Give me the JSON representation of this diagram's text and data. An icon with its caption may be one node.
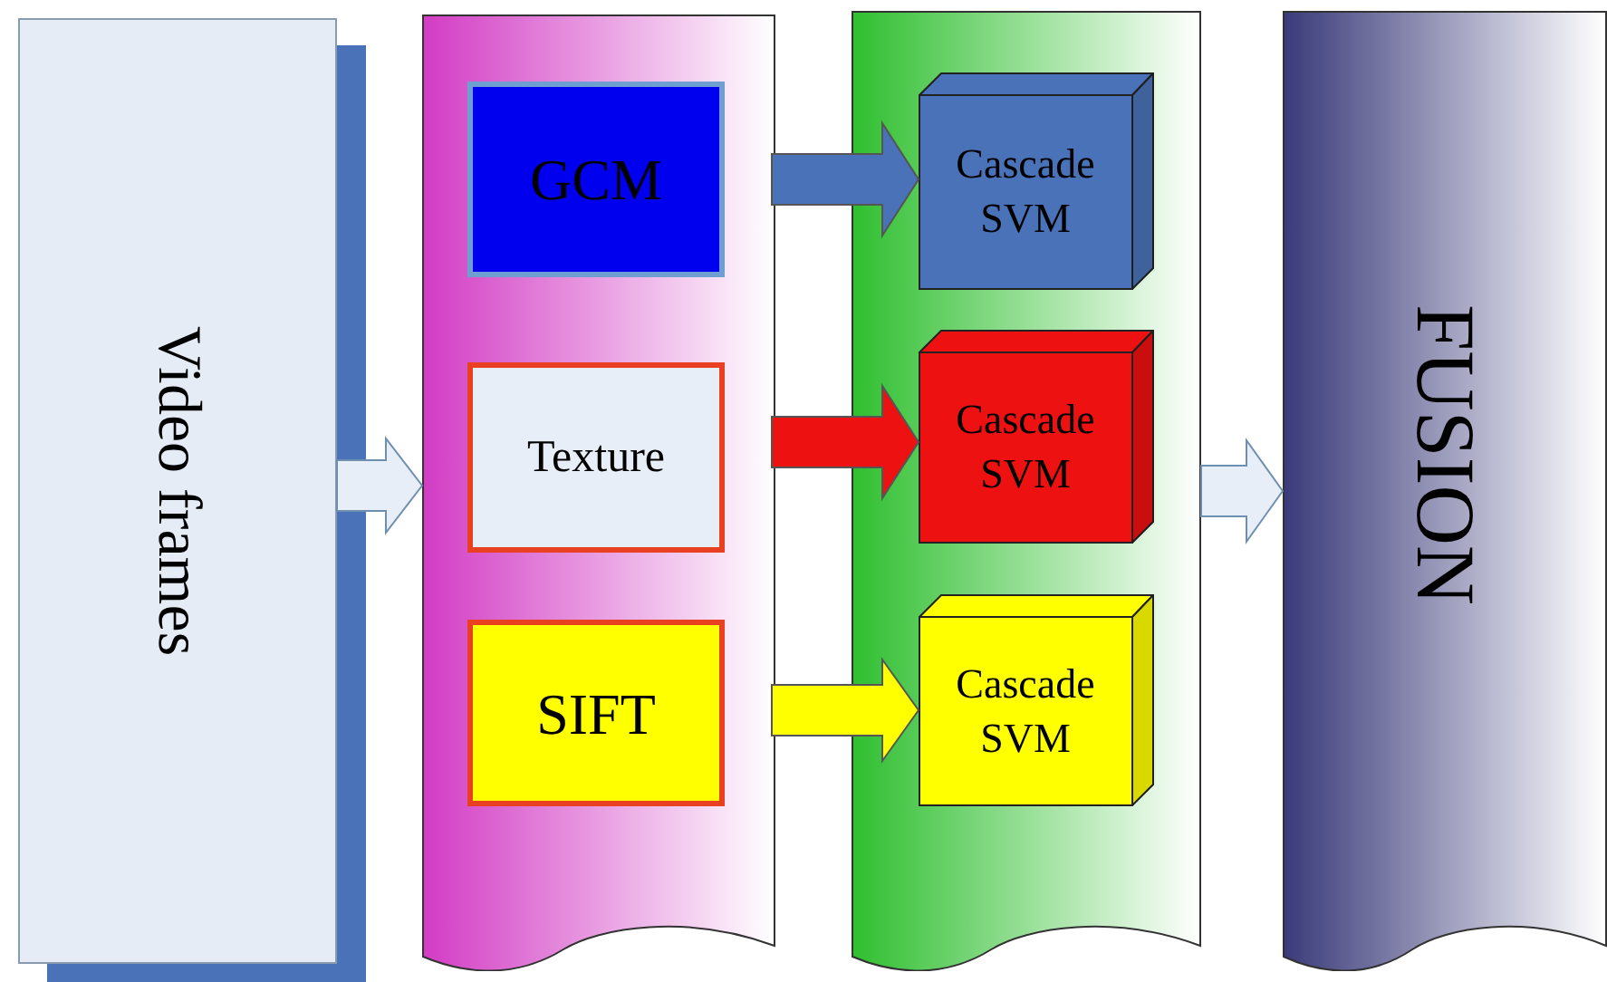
{
  "diagram": {
    "nodes": [
      {
        "text": [
          "Video frames"
        ]
      },
      {
        "text": [],
        "shape": "band"
      },
      {
        "text": [
          "GCM"
        ],
        "in": 1
      },
      {
        "text": [
          "Texture"
        ],
        "in": 1
      },
      {
        "text": [
          "SIFT"
        ],
        "in": 1
      },
      {
        "text": [],
        "shape": "band"
      },
      {
        "text": [
          "Cascade SVM"
        ],
        "in": 5
      },
      {
        "text": [
          "Cascade SVM"
        ],
        "in": 5
      },
      {
        "text": [
          "Cascade SVM"
        ],
        "in": 5
      },
      {
        "text": [
          "FUSION"
        ]
      }
    ],
    "edges": [
      {
        "from": 0,
        "to": 1,
        "arrow": "to"
      },
      {
        "from": 2,
        "to": 6,
        "arrow": "to",
        "color": "#4a72b8"
      },
      {
        "from": 3,
        "to": 7,
        "arrow": "to",
        "color": "#ee1111"
      },
      {
        "from": 4,
        "to": 8,
        "arrow": "to",
        "color": "#ffff00"
      },
      {
        "from": 5,
        "to": 9,
        "arrow": "to"
      }
    ]
  }
}
